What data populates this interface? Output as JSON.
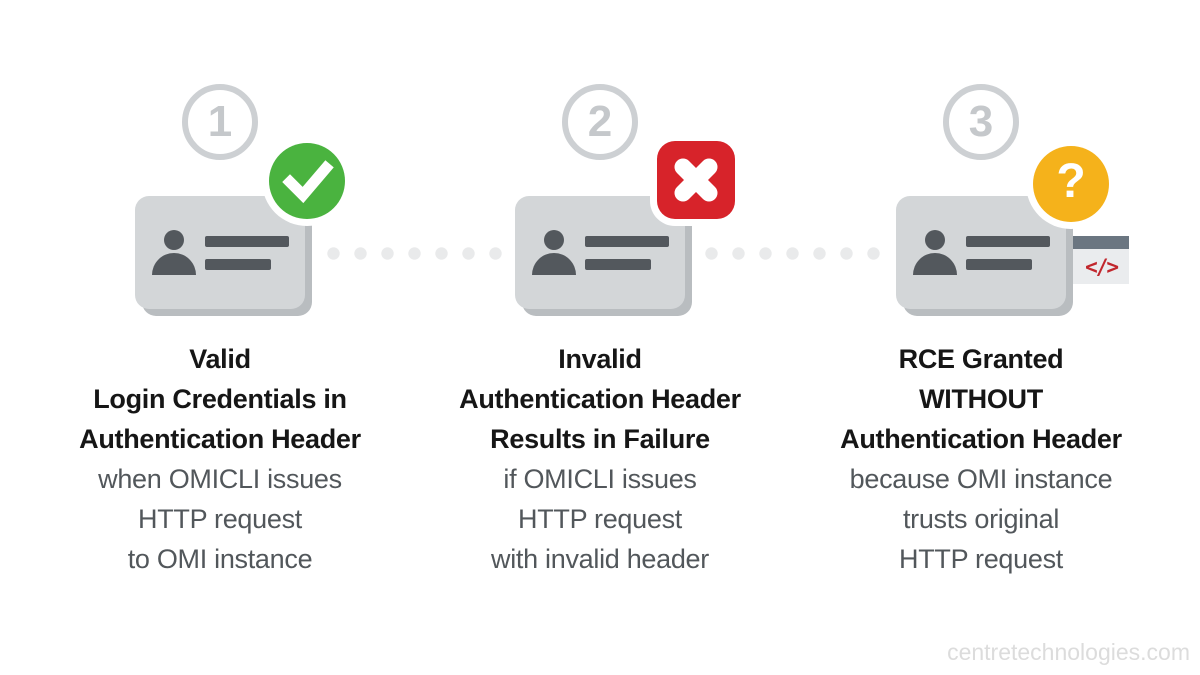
{
  "diagram_title": "OMI authentication header flow (3 steps)",
  "colors": {
    "background": "#ffffff",
    "card": "#d3d6d8",
    "card_shadow": "#b9bdc0",
    "card_detail": "#53585d",
    "step_circle": "#cdd0d3",
    "connector_dot": "#e9eaeb",
    "success_green": "#4ab33f",
    "error_red": "#d7232a",
    "unknown_yellow": "#f5b21b",
    "code_red": "#c1272d",
    "window_header_gray": "#6b7681",
    "heading_text": "#161616",
    "body_text": "#52575b",
    "watermark_text": "#dcdcdc"
  },
  "steps": [
    {
      "number": "1",
      "badge": "check-icon",
      "heading": [
        "Valid",
        "Login Credentials in",
        "Authentication Header"
      ],
      "body": [
        "when OMICLI issues",
        "HTTP request",
        "to OMI instance"
      ]
    },
    {
      "number": "2",
      "badge": "cross-icon",
      "heading": [
        "Invalid",
        "Authentication Header",
        "Results in Failure"
      ],
      "body": [
        "if OMICLI issues",
        "HTTP request",
        "with invalid header"
      ]
    },
    {
      "number": "3",
      "badge": "question-icon",
      "badge_glyph": "?",
      "code_icon": "</>",
      "heading": [
        "RCE Granted",
        "WITHOUT",
        "Authentication Header"
      ],
      "body": [
        "because OMI instance",
        "trusts original",
        "HTTP request"
      ]
    }
  ],
  "watermark": "centretechnologies.com"
}
